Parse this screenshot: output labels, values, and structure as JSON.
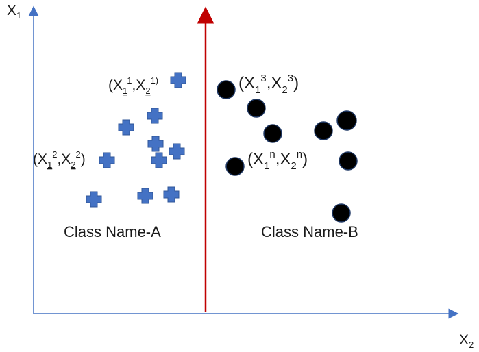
{
  "axes": {
    "y_label_main": "X",
    "y_label_sub": "1",
    "x_label_main": "X",
    "x_label_sub": "2",
    "axis_color": "#4472c4",
    "divider_color": "#c00000"
  },
  "classes": {
    "a_name": "Class Name-A",
    "b_name": "Class Name-B",
    "a_color": "#4472c4",
    "a_outline": "#2f5597",
    "b_color": "#000000"
  },
  "annotations": {
    "p1": {
      "open": "(X",
      "s1": "1",
      "sup1": "1",
      "mid": ",X",
      "s2": "2",
      "sup2": "1)",
      "close": ""
    },
    "p2": {
      "open": "(X",
      "s1": "1",
      "sup1": "2",
      "mid": ",X",
      "s2": "2",
      "sup2": "2",
      "close": ")"
    },
    "p3": {
      "open": "(X",
      "s1": "1",
      "sup1": "3",
      "mid": ",X",
      "s2": "2",
      "sup2": "3",
      "close": ")"
    },
    "pn": {
      "open": "(X",
      "s1": "1",
      "sup1": "n",
      "mid": ",X",
      "s2": "2",
      "sup2": "n",
      "close": ")"
    }
  }
}
